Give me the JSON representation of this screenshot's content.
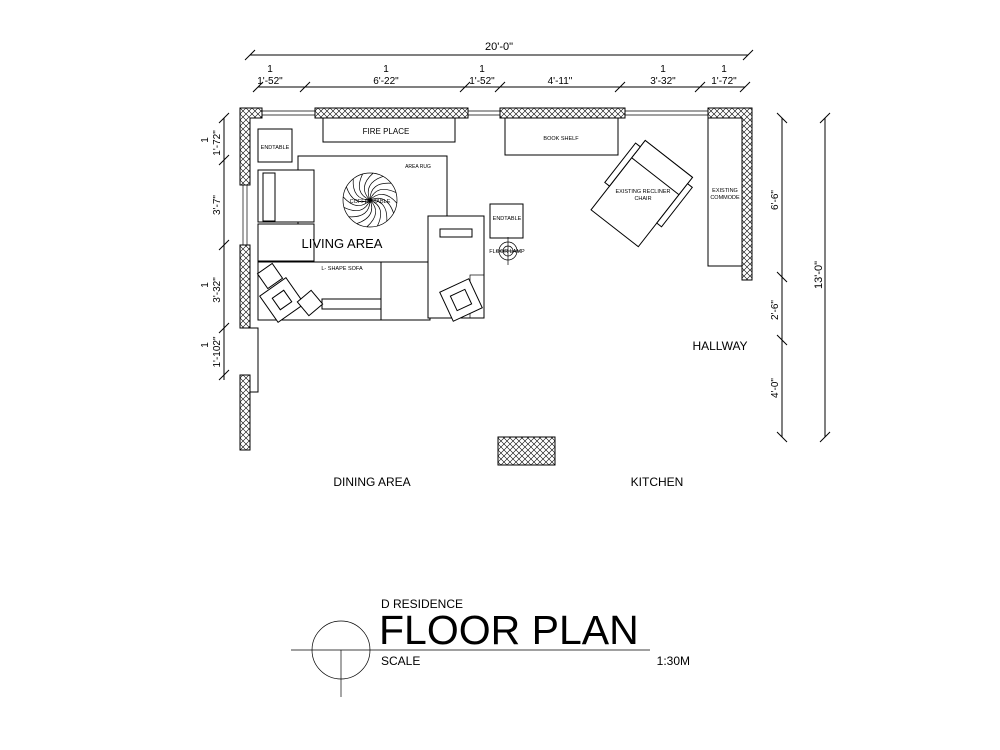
{
  "dimensions": {
    "overall_width": "20'-0\"",
    "top_segments": [
      {
        "fraction": "1",
        "label": "1'-52\""
      },
      {
        "fraction": "1",
        "label": "6'-22\""
      },
      {
        "fraction": "1",
        "label": "1'-52\""
      },
      {
        "fraction": "",
        "label": "4'-11\""
      },
      {
        "fraction": "1",
        "label": "3'-32\""
      },
      {
        "fraction": "1",
        "label": "1'-72\""
      }
    ],
    "left_segments": [
      {
        "fraction": "1",
        "label": "1'-72\""
      },
      {
        "fraction": "",
        "label": "3'-7\""
      },
      {
        "fraction": "1",
        "label": "3'-32\""
      },
      {
        "fraction": "1",
        "label": "1'-102\""
      }
    ],
    "right_segments": [
      "6'-6\"",
      "2'-6\"",
      "4'-0\""
    ],
    "overall_height": "13'-0\""
  },
  "furniture": {
    "fireplace": "FIRE PLACE",
    "bookshelf": "BOOK SHELF",
    "endtable_left": "ENDTABLE",
    "endtable_right": "ENDTABLE",
    "area_rug": "AREA RUG",
    "coffee_table": "COFFEE TABLE",
    "sofa": "L- SHAPE SOFA",
    "recliner_line1": "EXISTING RECLINER",
    "recliner_line2": "CHAIR",
    "commode_line1": "EXISTING",
    "commode_line2": "COMMODE",
    "floor_lamp": "FLOOR LAMP"
  },
  "rooms": {
    "living": "LIVING AREA",
    "hallway": "HALLWAY",
    "dining": "DINING AREA",
    "kitchen": "KITCHEN"
  },
  "title_block": {
    "project": "D RESIDENCE",
    "title": "FLOOR PLAN",
    "scale_label": "SCALE",
    "scale_value": "1:30M"
  }
}
